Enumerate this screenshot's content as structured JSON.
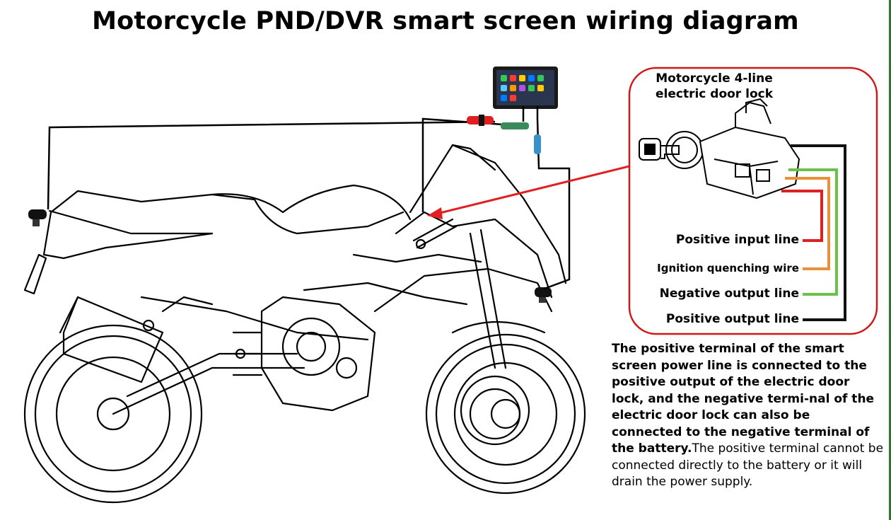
{
  "title": "Motorcycle PND/DVR smart screen wiring diagram",
  "lock_panel": {
    "title_line1": "Motorcycle 4-line",
    "title_line2": "electric door lock",
    "wires": [
      {
        "label": "Positive input line",
        "color": "#e02020"
      },
      {
        "label": "Ignition quenching wire",
        "color": "#e8903a"
      },
      {
        "label": "Negative output line",
        "color": "#6cc04a"
      },
      {
        "label": "Positive output line",
        "color": "#111111"
      }
    ],
    "border_color": "#d01818"
  },
  "note": {
    "bold_text": "The positive terminal of the smart screen power line is connected to the positive output of the electric door lock, and the negative termi-nal of the electric door lock can also be connected to the negative terminal of the battery.",
    "regular_text": "The positive terminal cannot be connected directly to the battery or it will drain the power supply."
  },
  "colors": {
    "arrow": "#e02020",
    "cable": "#000000",
    "connector_red": "#e02020",
    "connector_green": "#3a8a5a",
    "connector_blue": "#3a90c8"
  }
}
